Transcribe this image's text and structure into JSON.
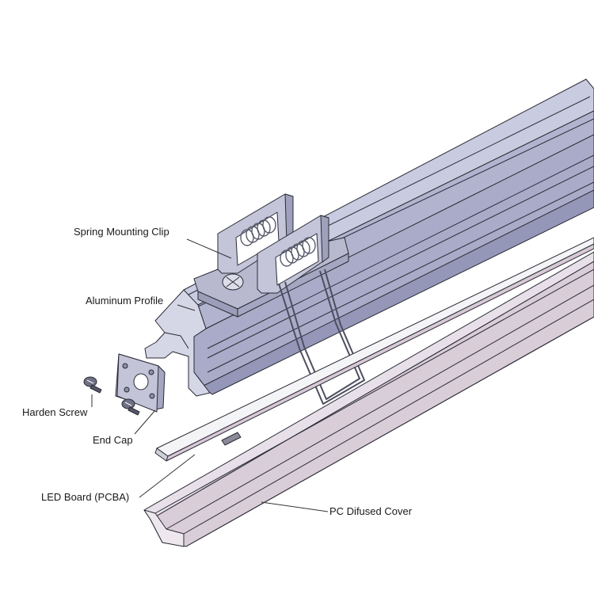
{
  "labels": {
    "spring_clip": "Spring Mounting Clip",
    "aluminum_profile": "Aluminum Profile",
    "harden_screw": "Harden Screw",
    "end_cap": "End Cap",
    "led_board": "LED Board (PCBA)",
    "pc_cover": "PC Difused Cover"
  },
  "colors": {
    "aluminum_top": "#c9cbe0",
    "aluminum_side": "#a9abc8",
    "aluminum_dark": "#8c8eaf",
    "outline": "#2a2a35",
    "cover": "#d9cdd8",
    "cover_edge": "#b9aab9",
    "led_board": "#f4f4f6",
    "clip": "#b8b9cf",
    "spring": "#6a6b7d"
  }
}
